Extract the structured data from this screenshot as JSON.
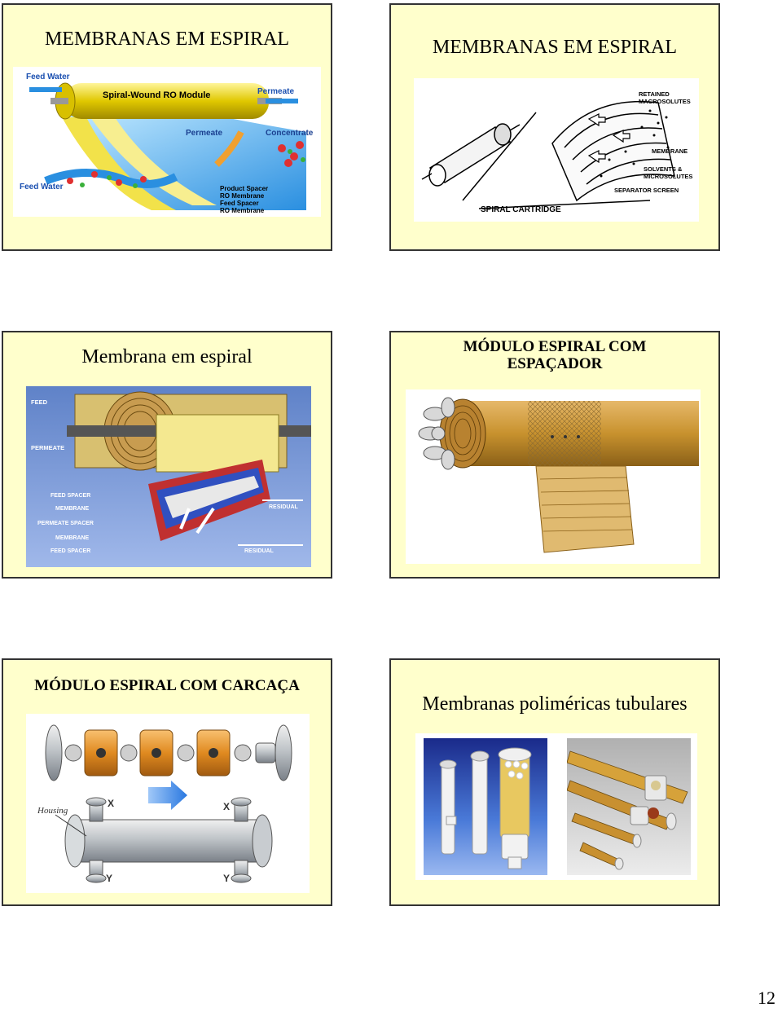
{
  "slides": [
    {
      "title": "MEMBRANAS EM ESPIRAL",
      "figure_labels": {
        "feed_water_top": "Feed Water",
        "module": "Spiral-Wound RO Module",
        "permeate_top": "Permeate",
        "permeate_mid": "Permeate",
        "concentrate": "Concentrate",
        "feed_water_left": "Feed Water",
        "product_spacer": "Product Spacer",
        "ro_membrane_1": "RO Membrane",
        "feed_spacer": "Feed Spacer",
        "ro_membrane_2": "RO Membrane"
      }
    },
    {
      "title": "MEMBRANAS EM ESPIRAL",
      "figure_labels": {
        "retained": "RETAINED",
        "macrosolutes": "MACROSOLUTES",
        "membrane": "MEMBRANE",
        "solvents": "SOLVENTS &",
        "microsolutes": "MICROSOLUTES",
        "separator": "SEPARATOR SCREEN",
        "cartridge": "SPIRAL CARTRIDGE"
      }
    },
    {
      "title": "Membrana em espiral",
      "figure_labels": {
        "feed": "FEED",
        "permeate": "PERMEATE",
        "feed_spacer_1": "FEED SPACER",
        "membrane_1": "MEMBRANE",
        "permeate_spacer": "PERMEATE SPACER",
        "membrane_2": "MEMBRANE",
        "feed_spacer_2": "FEED SPACER",
        "residual_1": "RESIDUAL",
        "residual_2": "RESIDUAL"
      }
    },
    {
      "title_line1": "MÓDULO ESPIRAL COM",
      "title_line2": "ESPAÇADOR"
    },
    {
      "title": "MÓDULO ESPIRAL COM CARCAÇA",
      "figure_labels": {
        "housing": "Housing",
        "x1": "X",
        "x2": "X",
        "y1": "Y",
        "y2": "Y"
      }
    },
    {
      "title": "Membranas poliméricas tubulares"
    }
  ],
  "page_number": "12"
}
